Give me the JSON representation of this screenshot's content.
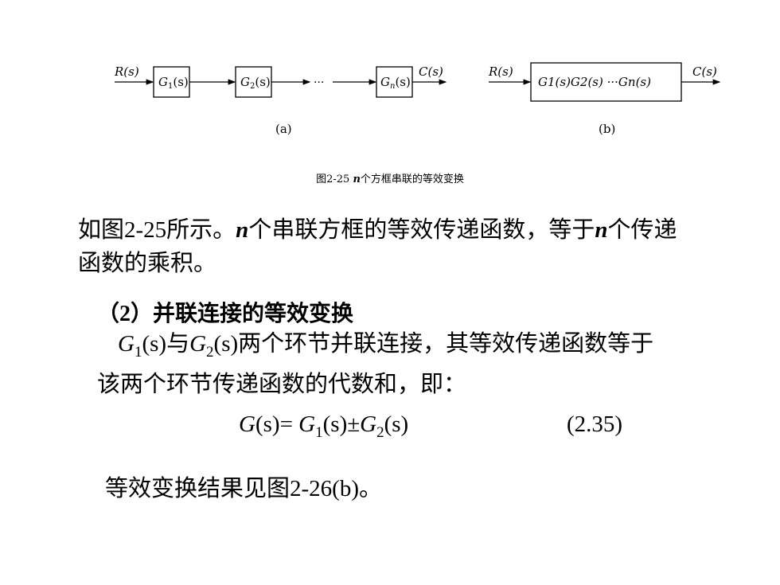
{
  "diagram": {
    "input_a": "R(s)",
    "blocks_a": [
      "G",
      "G",
      "G"
    ],
    "subs_a": [
      "1",
      "2",
      "n"
    ],
    "arg": "(s)",
    "dots": "···",
    "output_a": "C(s)",
    "label_a": "(a)",
    "input_b": "R(s)",
    "block_b": "G1(s)G2(s) ···Gn(s)",
    "output_b": "C(s)",
    "label_b": "(b)"
  },
  "caption": {
    "fig_no": "图2-25",
    "n": "n",
    "text": "个方框串联的等效变换"
  },
  "para1": {
    "t1": "如图2-25所示。",
    "n1": "n",
    "t2": "个串联方框的等效传递函数，等于",
    "n2": "n",
    "t3": "个传递",
    "line2": "函数的乘积。"
  },
  "heading": "（2）并联连接的等效变换",
  "para2": {
    "g1": "G",
    "sub1": "1",
    "arg1": "(s)",
    "t1": "与",
    "g2": "G",
    "sub2": "2",
    "arg2": "(s)",
    "t2": "两个环节并联连接，其等效传递函数等于",
    "line2": "该两个环节传递函数的代数和，即："
  },
  "formula": {
    "lhs_g": "G",
    "lhs_arg": "(s)",
    "eq": "= ",
    "g1": "G",
    "sub1": "1",
    "arg1": "(s)",
    "pm": "±",
    "g2": "G",
    "sub2": "2",
    "arg2": "(s)",
    "eqno": "(2.35)"
  },
  "para3": "等效变换结果见图2-26(b)。"
}
